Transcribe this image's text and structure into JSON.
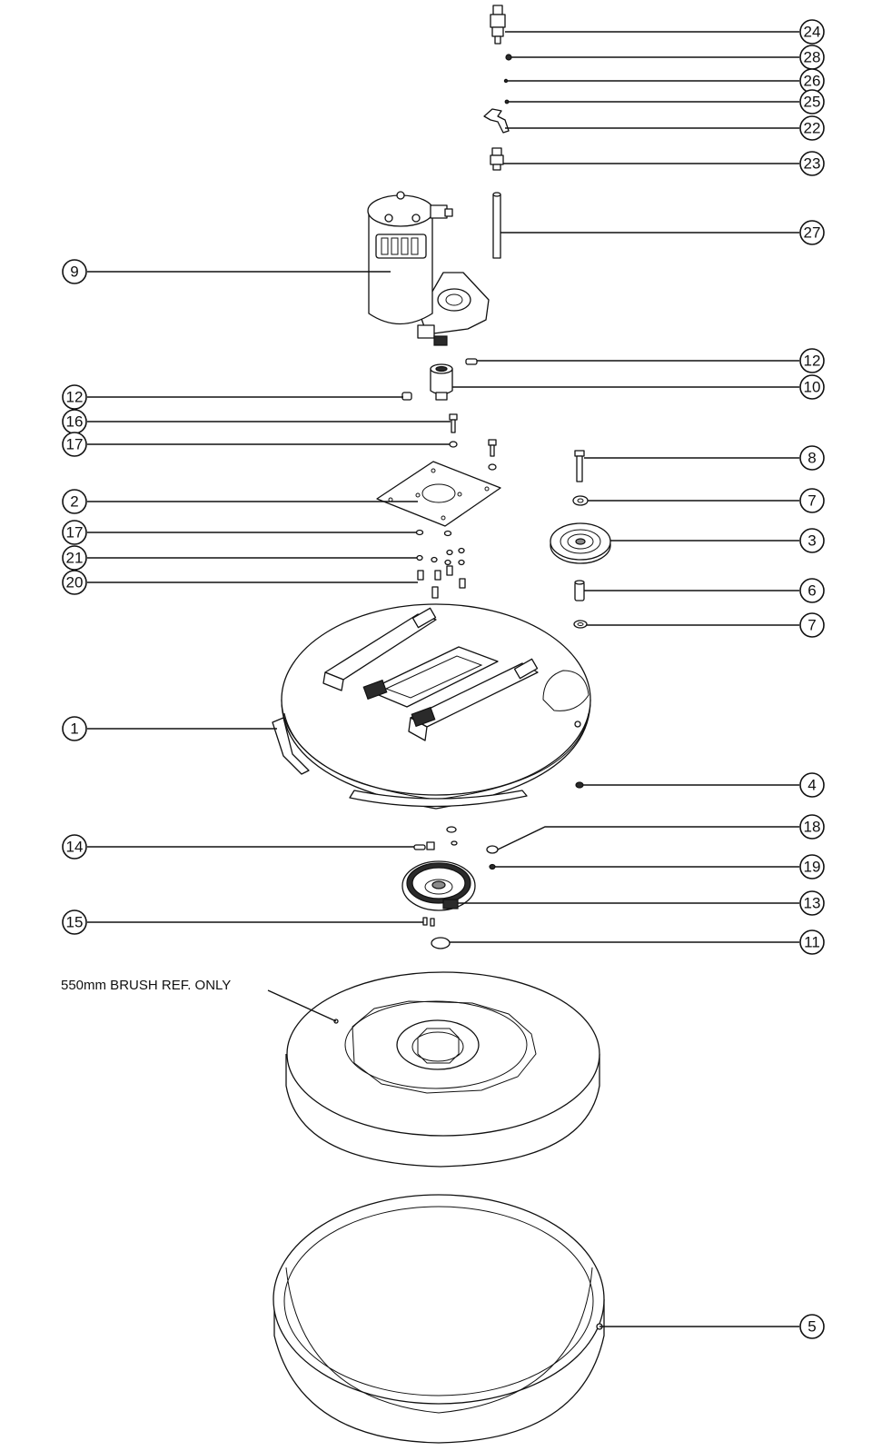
{
  "reference_note": "550mm BRUSH REF. ONLY",
  "callouts": {
    "c1": "1",
    "c2": "2",
    "c3": "3",
    "c4": "4",
    "c5": "5",
    "c6": "6",
    "c7a": "7",
    "c7b": "7",
    "c8": "8",
    "c9": "9",
    "c10": "10",
    "c11": "11",
    "c12a": "12",
    "c12b": "12",
    "c13": "13",
    "c14": "14",
    "c15": "15",
    "c16": "16",
    "c17a": "17",
    "c17b": "17",
    "c18": "18",
    "c19": "19",
    "c20": "20",
    "c21": "21",
    "c22": "22",
    "c23": "23",
    "c24": "24",
    "c25": "25",
    "c26": "26",
    "c27": "27",
    "c28": "28"
  }
}
